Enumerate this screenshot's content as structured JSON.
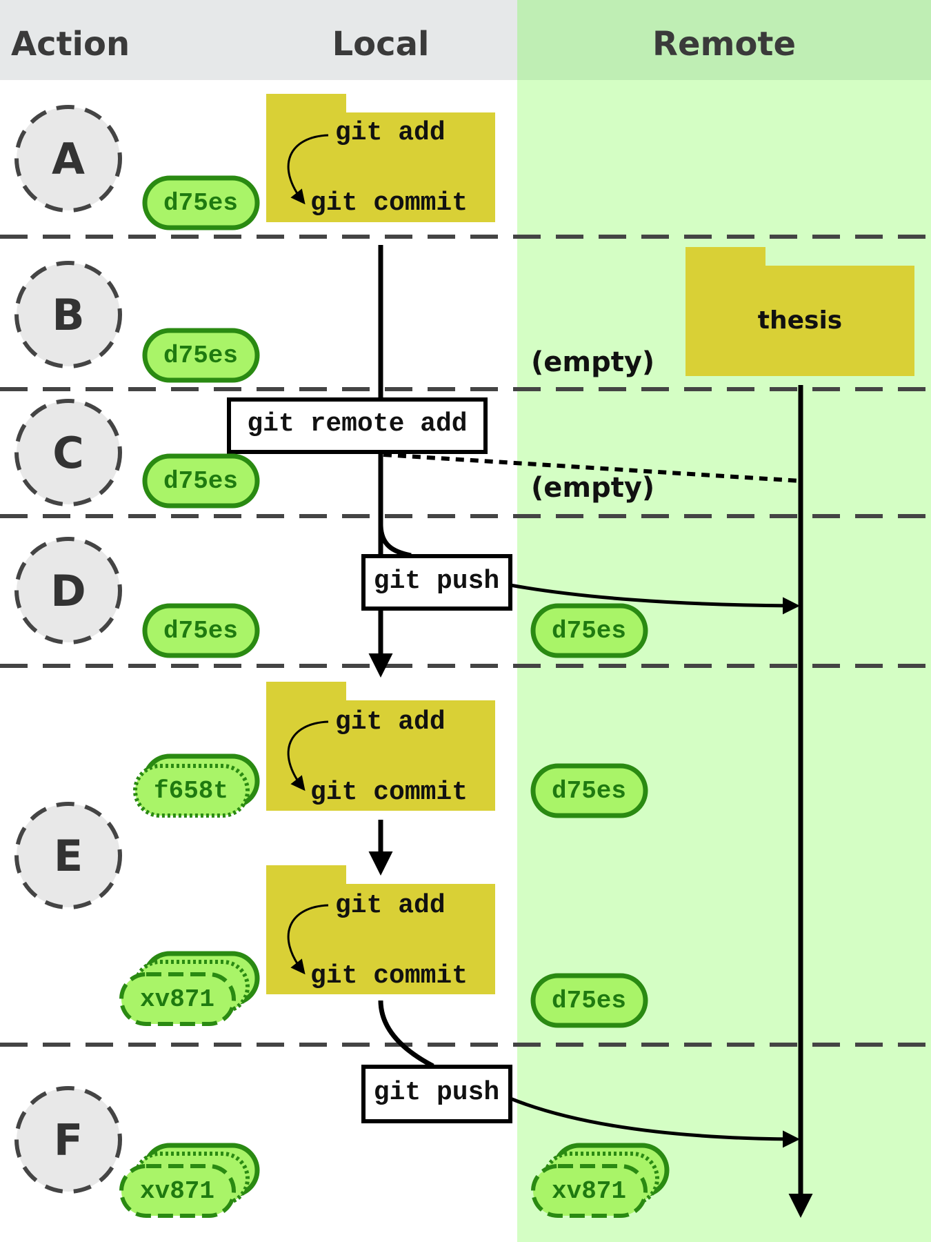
{
  "columns": {
    "action": "Action",
    "local": "Local",
    "remote": "Remote"
  },
  "rows": [
    "A",
    "B",
    "C",
    "D",
    "E",
    "F"
  ],
  "commands": {
    "git_add": "git add",
    "git_commit": "git commit",
    "git_remote_add": "git remote add",
    "git_push": "git push"
  },
  "remote_folder": "thesis",
  "empty_label": "(empty)",
  "commits": {
    "first": "d75es",
    "second": "f658t",
    "third": "xv871"
  },
  "colors": {
    "local_header_bg": "#e6e8e9",
    "remote_header_bg": "#bfeeb4",
    "remote_bg": "#d4fec4",
    "folder": "#d9d036",
    "commit_fill": "#a9f468",
    "commit_border": "#2a8a12",
    "row_badge_fill": "#e8e8e8",
    "divider": "#444444"
  }
}
